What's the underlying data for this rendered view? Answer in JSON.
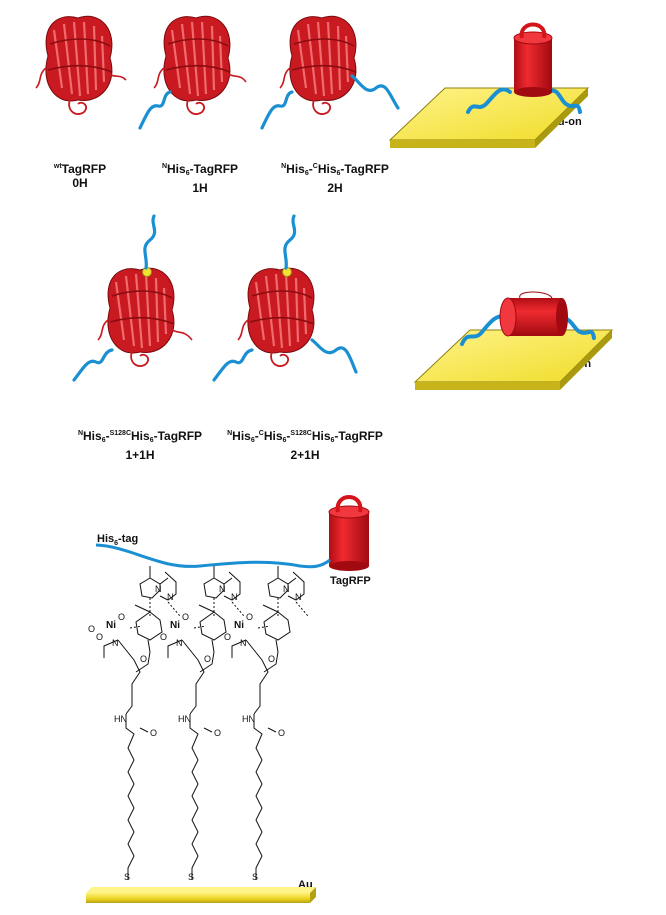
{
  "constructs": [
    {
      "pre": "wt",
      "main": "TagRFP",
      "mid": "",
      "name2": "",
      "code": "0H"
    },
    {
      "pre": "N",
      "main": "His",
      "sub": "6",
      "mid": "-TagRFP",
      "code": "1H"
    },
    {
      "pre": "N",
      "main": "His",
      "sub": "6",
      "mid": "-",
      "pre2": "C",
      "main2": "His",
      "sub2": "6",
      "tail": "-TagRFP",
      "code": "2H"
    },
    {
      "pre": "N",
      "main": "His",
      "sub": "6",
      "mid": "-",
      "pre2": "S128C",
      "main2": "His",
      "sub2": "6",
      "tail": "-TagRFP",
      "code": "1+1H"
    },
    {
      "pre": "N",
      "main": "His",
      "sub": "6",
      "mid": "-",
      "pre2": "C",
      "main2": "His",
      "sub2": "6",
      "mid2": "-",
      "pre3": "S128C",
      "main3": "His",
      "sub3": "6",
      "tail": "-TagRFP",
      "code": "2+1H"
    }
  ],
  "orientations": {
    "end_on": "end-on",
    "side_on": "side-on"
  },
  "scheme": {
    "his_tag_main": "His",
    "his_tag_sub": "6",
    "his_tag_tail": "-tag",
    "protein": "TagRFP",
    "surface": "Au",
    "atoms": {
      "N": "N",
      "Ni": "Ni",
      "O": "O",
      "HN": "HN",
      "S": "S"
    }
  },
  "colors": {
    "protein": "#d4131b",
    "tag": "#1a8fd1",
    "gold": "#f3e33a",
    "gold_edge": "#a99a10"
  }
}
